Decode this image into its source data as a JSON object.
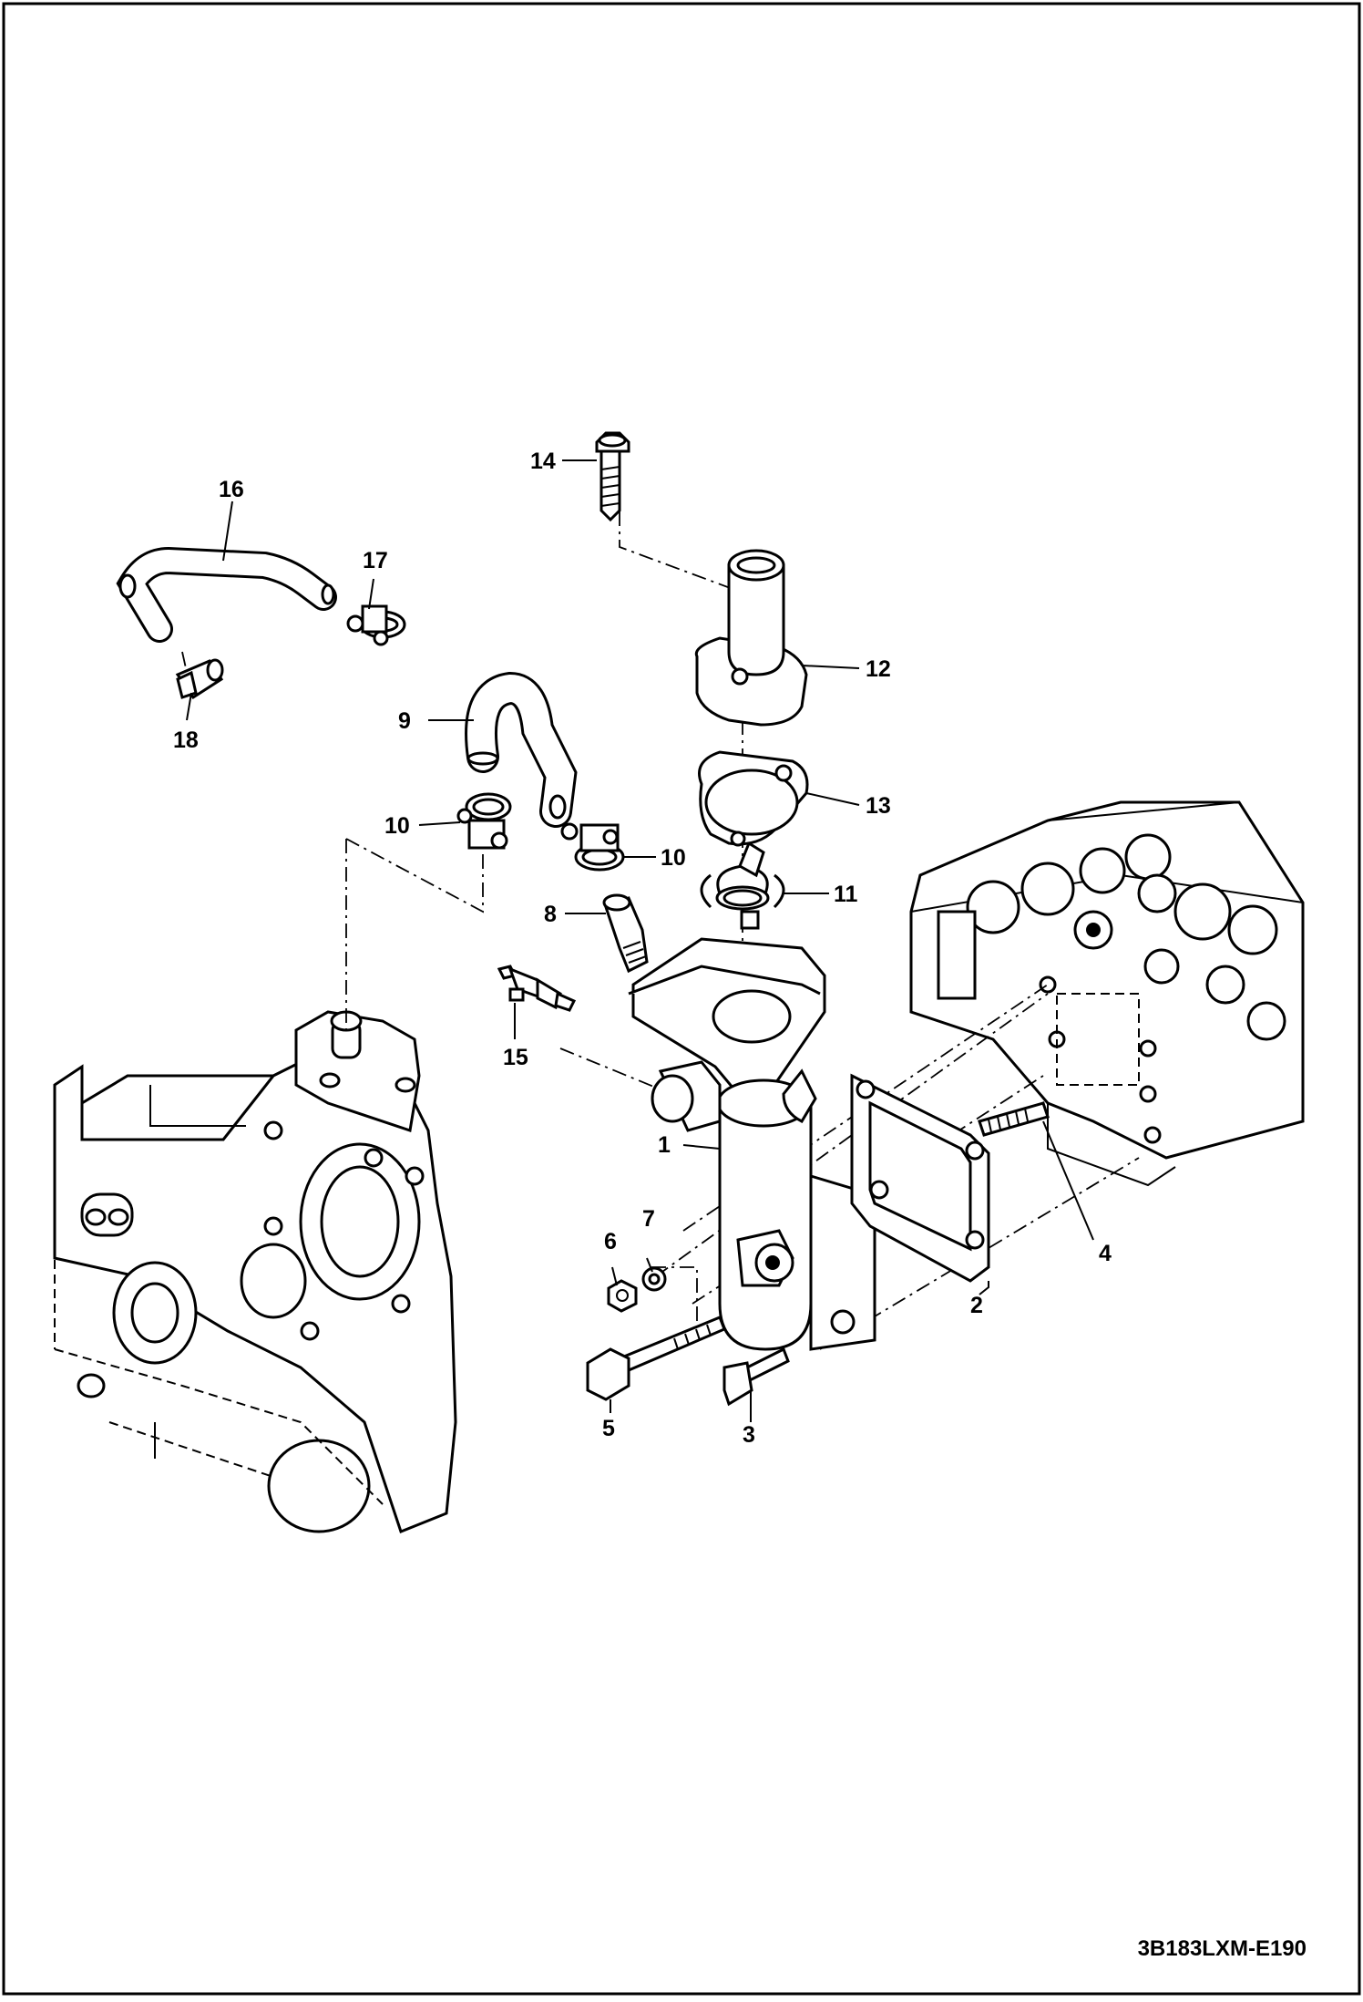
{
  "diagram": {
    "drawing_code": "3B183LXM-E190",
    "callouts": [
      {
        "id": "p1",
        "label": "1"
      },
      {
        "id": "p2",
        "label": "2"
      },
      {
        "id": "p3",
        "label": "3"
      },
      {
        "id": "p4",
        "label": "4"
      },
      {
        "id": "p5",
        "label": "5"
      },
      {
        "id": "p6",
        "label": "6"
      },
      {
        "id": "p7",
        "label": "7"
      },
      {
        "id": "p8",
        "label": "8"
      },
      {
        "id": "p9",
        "label": "9"
      },
      {
        "id": "p10a",
        "label": "10"
      },
      {
        "id": "p10b",
        "label": "10"
      },
      {
        "id": "p11",
        "label": "11"
      },
      {
        "id": "p12",
        "label": "12"
      },
      {
        "id": "p13",
        "label": "13"
      },
      {
        "id": "p14",
        "label": "14"
      },
      {
        "id": "p15",
        "label": "15"
      },
      {
        "id": "p16",
        "label": "16"
      },
      {
        "id": "p17",
        "label": "17"
      },
      {
        "id": "p18",
        "label": "18"
      }
    ]
  }
}
